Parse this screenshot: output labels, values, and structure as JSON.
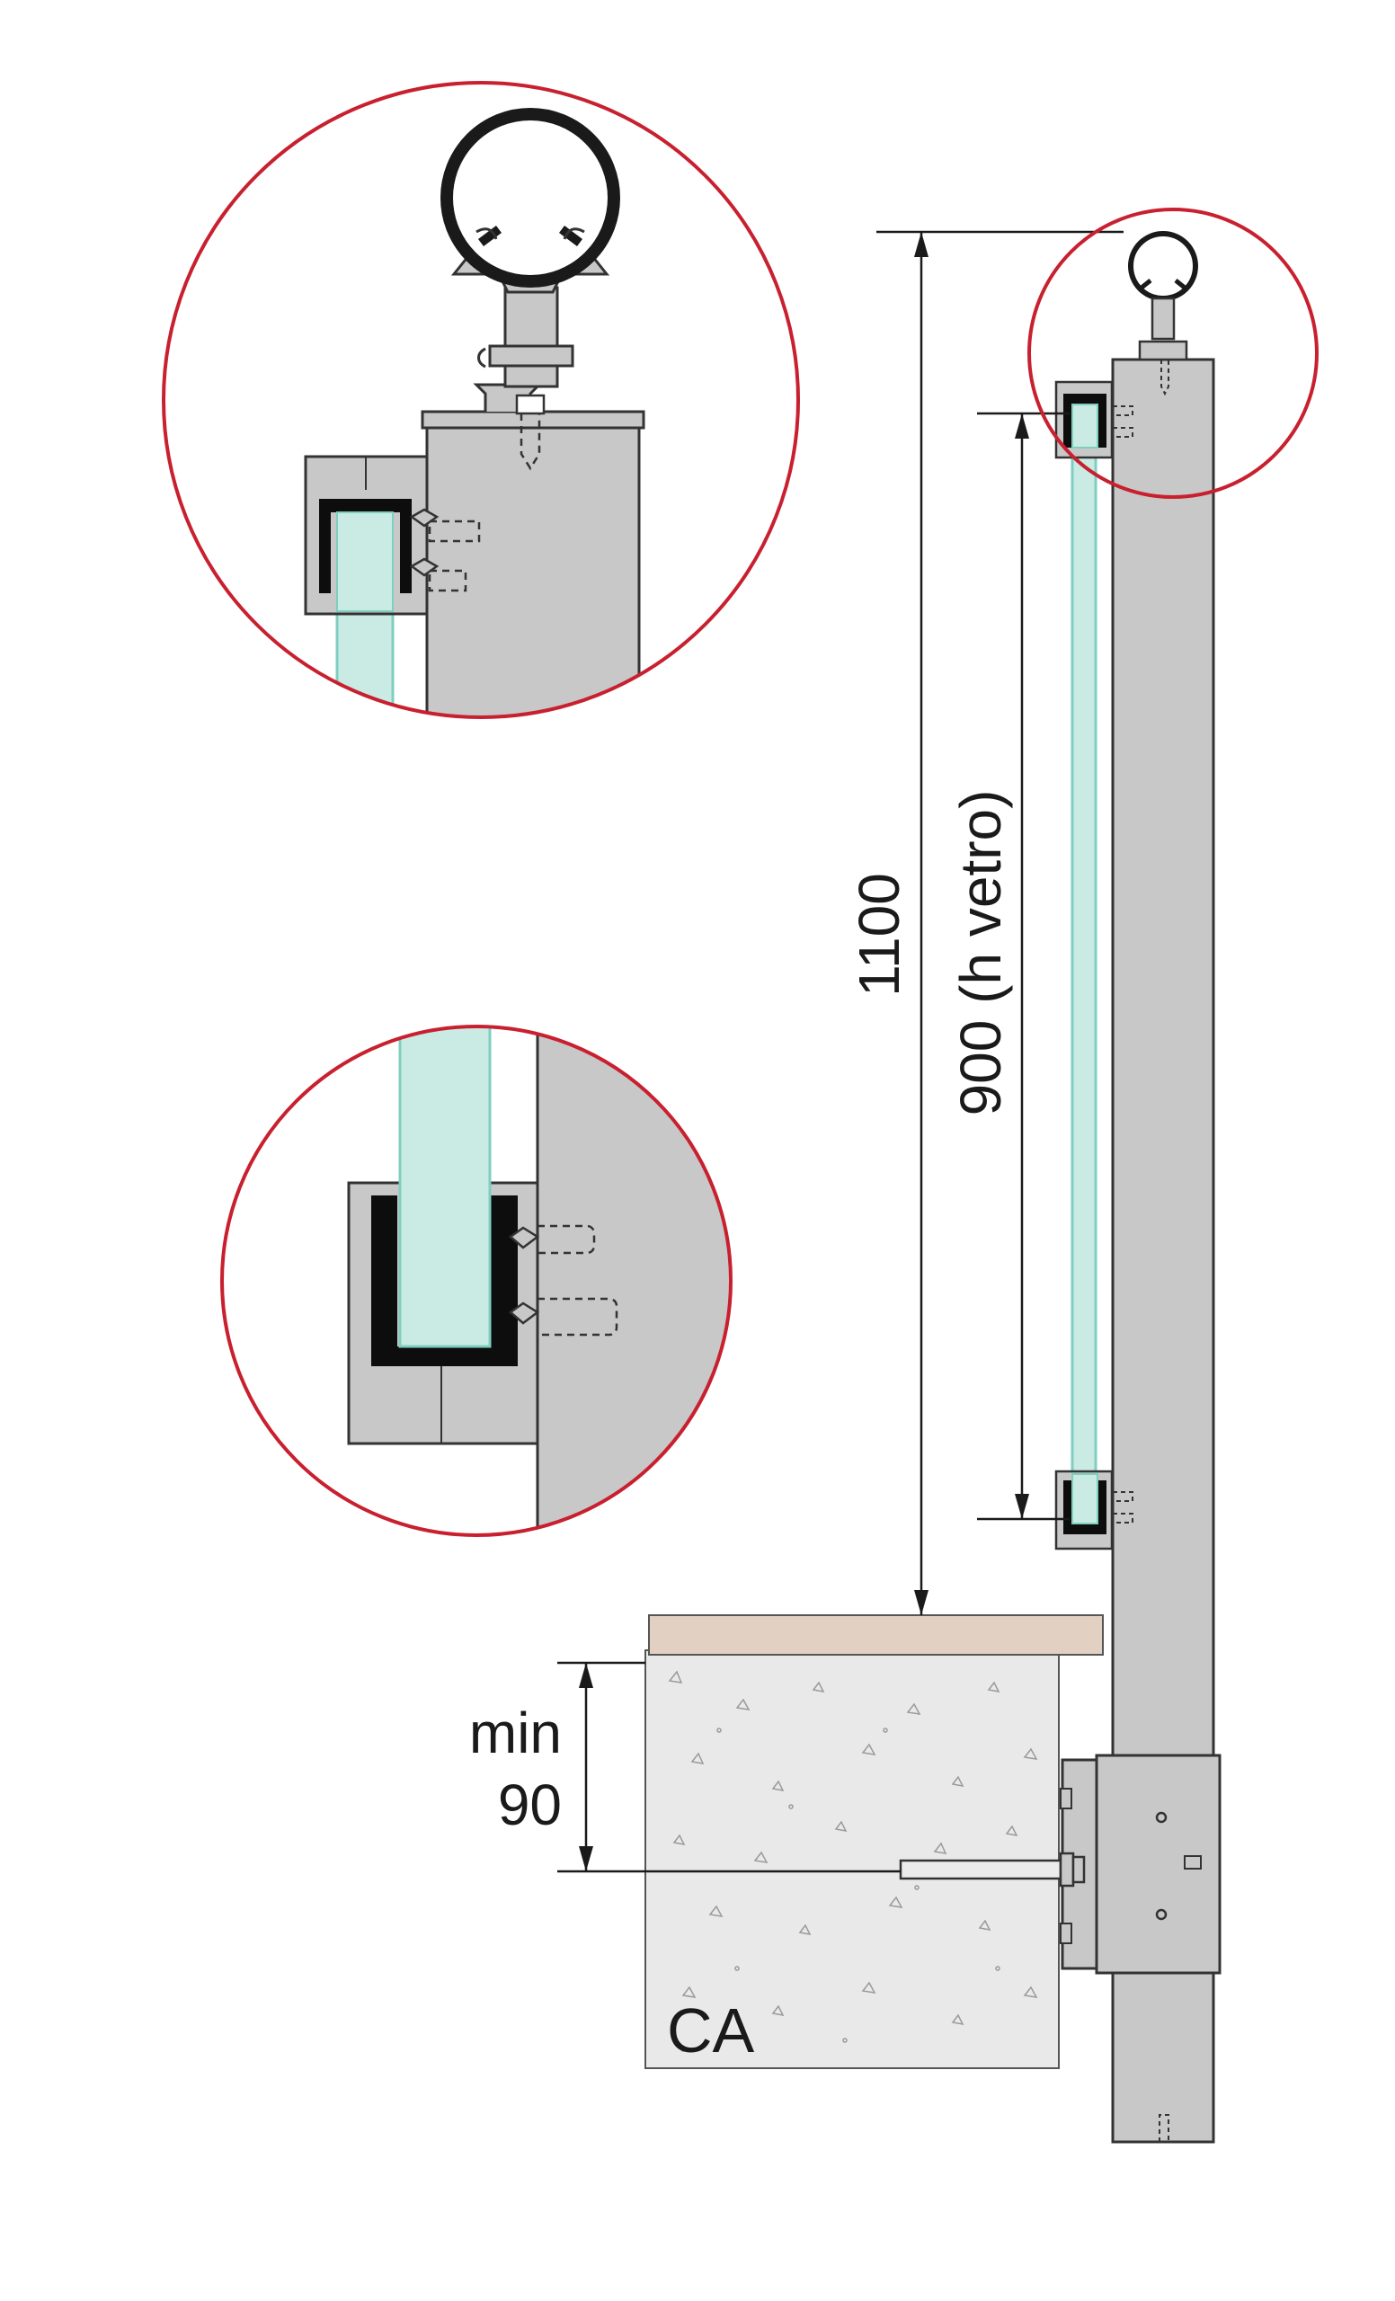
{
  "dimensions": {
    "total_height": "1100",
    "glass_height": "900 (h vetro)",
    "min_label": "min",
    "min_value": "90"
  },
  "material_label": "CA",
  "colors": {
    "post": "#c8c8c8",
    "glass": "#c9ebe4",
    "glass_edge": "#7fcfc0",
    "gasket": "#0d0d0d",
    "detail_circle": "#c8202f",
    "floor_finish": "#e2d1c3",
    "concrete": "#e8e8e8",
    "line": "#1a1a1a"
  }
}
